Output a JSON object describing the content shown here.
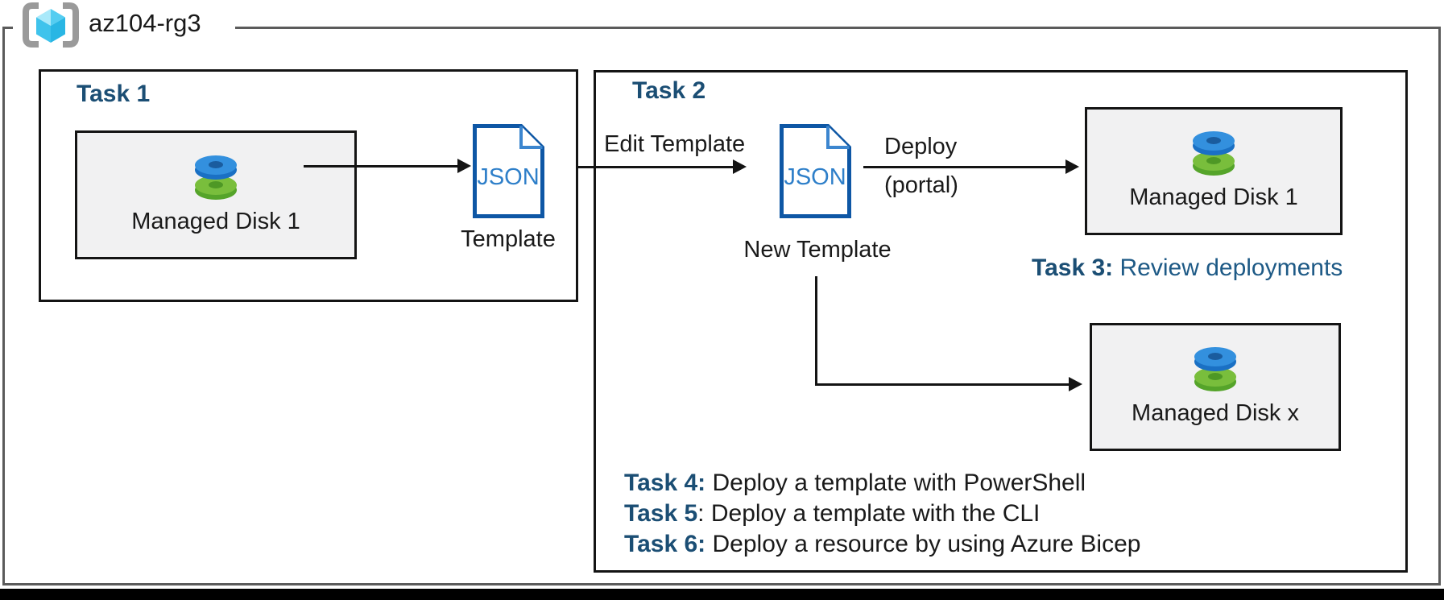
{
  "resource_group": {
    "label": "az104-rg3"
  },
  "task1": {
    "title": "Task 1",
    "disk_box": {
      "label": "Managed Disk 1"
    },
    "template": {
      "doc_label": "JSON",
      "caption": "Template"
    }
  },
  "task2": {
    "title": "Task 2",
    "edit_arrow_label": "Edit Template",
    "new_template": {
      "doc_label": "JSON",
      "caption": "New Template"
    },
    "deploy_arrow": {
      "line1": "Deploy",
      "line2": "(portal)"
    },
    "disk_box_1": {
      "label": "Managed Disk 1"
    },
    "disk_box_x": {
      "label": "Managed Disk x"
    },
    "task3": {
      "bold": "Task 3:",
      "text": " Review deployments"
    },
    "tasks": [
      {
        "bold": "Task 4:",
        "text": " Deploy a template with PowerShell"
      },
      {
        "bold": "Task 5",
        "text": ": Deploy a template with the CLI"
      },
      {
        "bold": "Task 6:",
        "text": " Deploy a resource by using Azure Bicep"
      }
    ]
  },
  "colors": {
    "heading_navy": "#1b4e74",
    "body_navy": "#1e5a86",
    "json_outline_blue": "#0e57a5",
    "json_text_blue": "#2e7fc9",
    "disk_blue": "#3390de",
    "disk_green": "#79be3c",
    "box_fill_grey": "#f1f1f2",
    "border_black": "#141414",
    "outer_border_grey": "#5b5b5b",
    "cube_cyan": "#49c8ef"
  }
}
